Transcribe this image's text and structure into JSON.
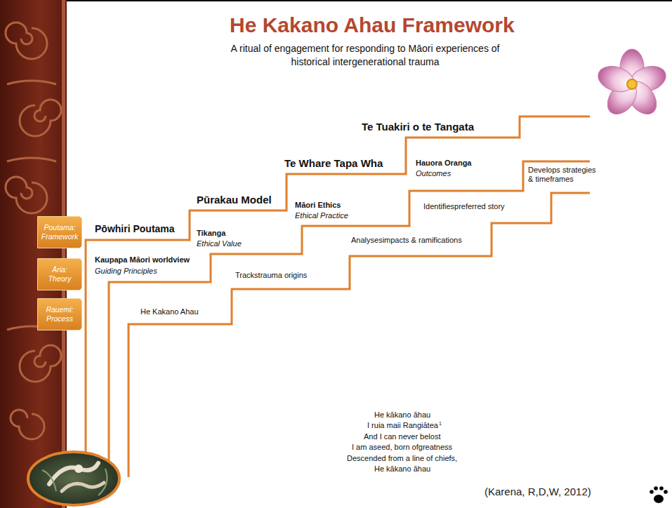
{
  "diagram": {
    "title": "He Kakano Ahau Framework",
    "nodes": [
      {
        "text": [
          "Poutama: Framework"
        ]
      },
      {
        "text": [
          "Āria: Theory"
        ]
      },
      {
        "text": [
          "Rauemi: Process"
        ]
      }
    ],
    "labels": [
      "A ritual of engagement for responding to Māori experiences of historical intergenerational trauma",
      "Te Tuakiri o te Tangata",
      "Te Whare Tapa Wha",
      "Hauora Oranga",
      "Outcomes",
      "Develops strategies & timeframes",
      "Pūrakau Model",
      "Māori Ethics",
      "Ethical Practice",
      "Identifiespreferred story",
      "Pōwhiri Poutama",
      "Tikanga",
      "Ethical Value",
      "Analysesimpacts & ramifications",
      "Kaupapa Māori worldview",
      "Guiding Principles",
      "Trackstrauma origins",
      "He Kakano Ahau",
      "He kākano āhau",
      "I ruia maii Rangiātea",
      "1",
      "And I can never belost",
      "I am aseed, born ofgreatness",
      "Descended from a line of chiefs,",
      "He kākano āhau",
      "(Karena, R,D,W, 2012)"
    ]
  }
}
